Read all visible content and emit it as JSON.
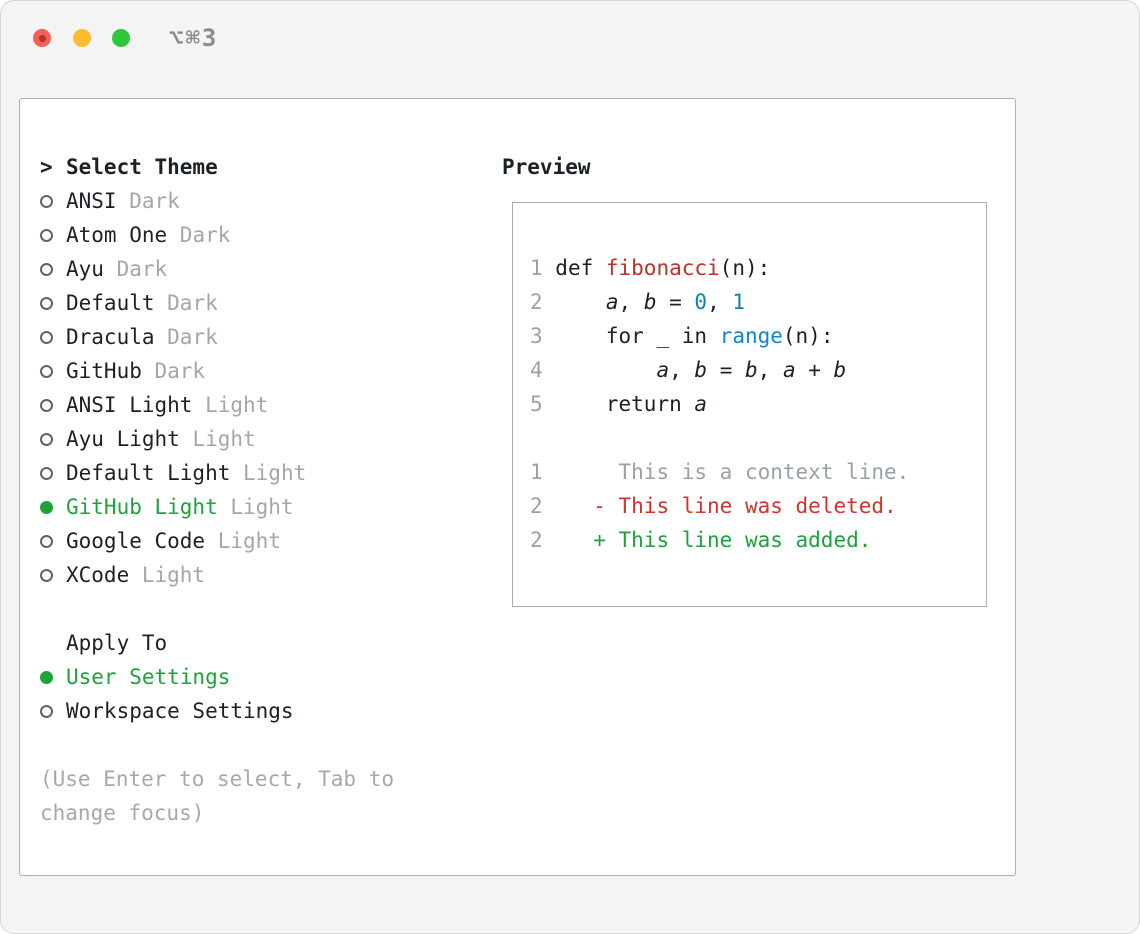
{
  "window": {
    "shortcut": "⌥⌘3"
  },
  "colors": {
    "selected_green": "#1fa23c",
    "added_green": "#1fa23c",
    "deleted_red": "#d0342c",
    "function_red": "#bb3228",
    "number_teal": "#0a87ad",
    "call_blue": "#0f86d2"
  },
  "theme_selector": {
    "cursor": ">",
    "title": "Select Theme",
    "items": [
      {
        "name": "ANSI",
        "variant": "Dark",
        "selected": false
      },
      {
        "name": "Atom One",
        "variant": "Dark",
        "selected": false
      },
      {
        "name": "Ayu",
        "variant": "Dark",
        "selected": false
      },
      {
        "name": "Default",
        "variant": "Dark",
        "selected": false
      },
      {
        "name": "Dracula",
        "variant": "Dark",
        "selected": false
      },
      {
        "name": "GitHub",
        "variant": "Dark",
        "selected": false
      },
      {
        "name": "ANSI Light",
        "variant": "Light",
        "selected": false
      },
      {
        "name": "Ayu Light",
        "variant": "Light",
        "selected": false
      },
      {
        "name": "Default Light",
        "variant": "Light",
        "selected": false
      },
      {
        "name": "GitHub Light",
        "variant": "Light",
        "selected": true
      },
      {
        "name": "Google Code",
        "variant": "Light",
        "selected": false
      },
      {
        "name": "XCode",
        "variant": "Light",
        "selected": false
      }
    ]
  },
  "apply_to": {
    "title": "Apply To",
    "options": [
      {
        "label": "User Settings",
        "selected": true
      },
      {
        "label": "Workspace Settings",
        "selected": false
      }
    ]
  },
  "hint": "(Use Enter to select, Tab to change focus)",
  "preview": {
    "title": "Preview",
    "lines": [
      {
        "num": "1",
        "tokens": [
          {
            "t": "def ",
            "c": "plain"
          },
          {
            "t": "fibonacci",
            "c": "func"
          },
          {
            "t": "(n):",
            "c": "plain"
          }
        ]
      },
      {
        "num": "2",
        "tokens": [
          {
            "t": "    ",
            "c": "plain"
          },
          {
            "t": "a",
            "c": "var"
          },
          {
            "t": ", ",
            "c": "plain"
          },
          {
            "t": "b",
            "c": "var"
          },
          {
            "t": " = ",
            "c": "plain"
          },
          {
            "t": "0",
            "c": "num"
          },
          {
            "t": ", ",
            "c": "plain"
          },
          {
            "t": "1",
            "c": "num"
          }
        ]
      },
      {
        "num": "3",
        "tokens": [
          {
            "t": "    for _ in ",
            "c": "plain"
          },
          {
            "t": "range",
            "c": "call"
          },
          {
            "t": "(n):",
            "c": "plain"
          }
        ]
      },
      {
        "num": "4",
        "tokens": [
          {
            "t": "        ",
            "c": "plain"
          },
          {
            "t": "a",
            "c": "var"
          },
          {
            "t": ", ",
            "c": "plain"
          },
          {
            "t": "b",
            "c": "var"
          },
          {
            "t": " = ",
            "c": "plain"
          },
          {
            "t": "b",
            "c": "var"
          },
          {
            "t": ", ",
            "c": "plain"
          },
          {
            "t": "a",
            "c": "var"
          },
          {
            "t": " + ",
            "c": "plain"
          },
          {
            "t": "b",
            "c": "var"
          }
        ]
      },
      {
        "num": "5",
        "tokens": [
          {
            "t": "    return ",
            "c": "plain"
          },
          {
            "t": "a",
            "c": "var"
          }
        ]
      },
      {
        "blank": true
      },
      {
        "num": "1",
        "tokens": [
          {
            "t": "     This is a context line.",
            "c": "context"
          }
        ]
      },
      {
        "num": "2",
        "tokens": [
          {
            "t": "   - This line was deleted.",
            "c": "del"
          }
        ]
      },
      {
        "num": "2",
        "tokens": [
          {
            "t": "   + This line was added.",
            "c": "add"
          }
        ]
      }
    ]
  }
}
